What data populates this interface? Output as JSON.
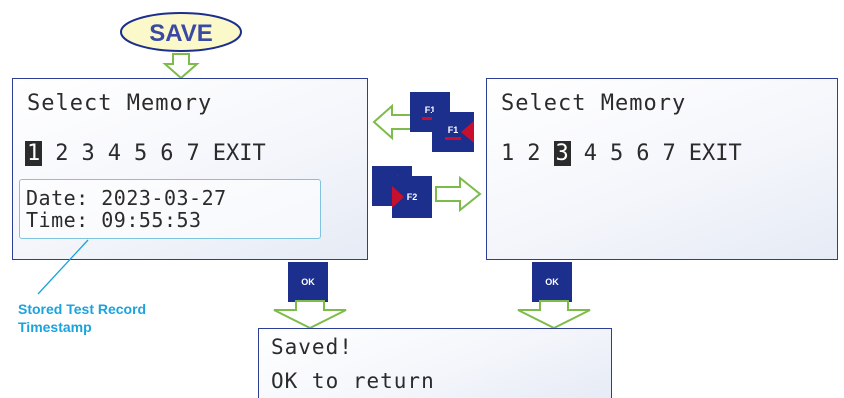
{
  "save_bubble": {
    "label": "SAVE"
  },
  "left_screen": {
    "title": "Select Memory",
    "slots": [
      "1",
      "2",
      "3",
      "4",
      "5",
      "6",
      "7",
      "EXIT"
    ],
    "selected_slot": "1",
    "date_line": "Date: 2023-03-27",
    "time_line": "Time: 09:55:53"
  },
  "right_screen": {
    "title": "Select Memory",
    "slots": [
      "1",
      "2",
      "3",
      "4",
      "5",
      "6",
      "7",
      "EXIT"
    ],
    "selected_slot": "3"
  },
  "saved_screen": {
    "line1": "Saved!",
    "line2": "OK to return"
  },
  "keys": {
    "f1": "F1",
    "f2": "F2",
    "ok": "OK"
  },
  "callout": {
    "line1": "Stored Test Record",
    "line2": "Timestamp"
  },
  "colors": {
    "key_blue": "#1c2f8c",
    "key_red": "#c8102e",
    "arrow_green": "#7dbb4a",
    "callout_cyan": "#1ba3dd",
    "bubble_fill": "#fbf9c9",
    "bubble_text": "#3b49a6"
  }
}
